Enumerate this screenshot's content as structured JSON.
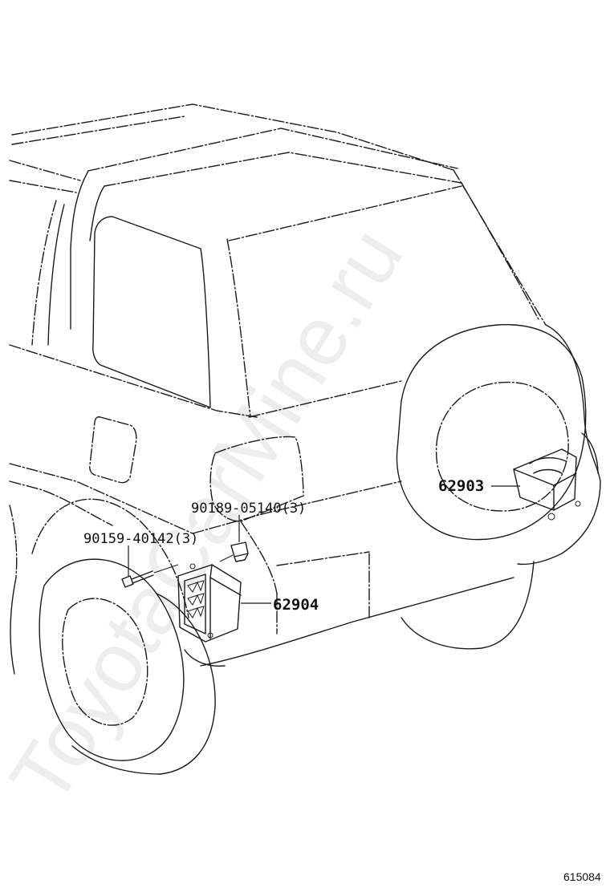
{
  "watermark": "ToyotaCarMine.ru",
  "figure_id": "615084",
  "callouts": {
    "spare_bracket": "62903",
    "side_vent": "62904",
    "clip": "90189-05140(3)",
    "screw": "90159-40142(3)"
  },
  "colors": {
    "ink": "#1a1a1a",
    "background": "#ffffff",
    "watermark": "#000000"
  }
}
